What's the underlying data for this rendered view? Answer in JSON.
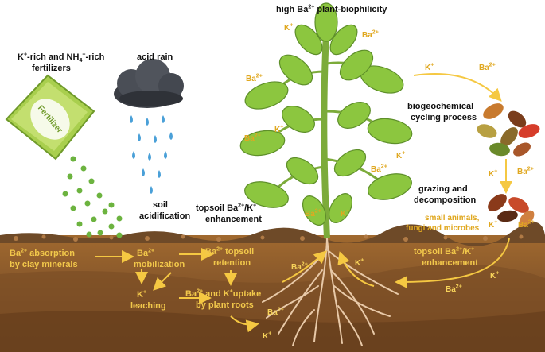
{
  "labels": {
    "fertilizer_line1_a": "K",
    "fertilizer_line1_b": "-rich and NH",
    "fertilizer_line1_c": "-rich",
    "fertilizer_line2": "fertilizers",
    "bag_text": "Fertilizer",
    "acid_rain": "acid rain",
    "high_plant_a": "high Ba",
    "high_plant_b": "plant-biophilicity",
    "soil_acid_1": "soil",
    "soil_acid_2": "acidification",
    "topsoil_enh_a": "topsoil Ba",
    "topsoil_enh_b": "/K",
    "topsoil_enh_2": "enhancement",
    "biogeo_1": "biogeochemical",
    "biogeo_2": "cycling process",
    "grazing_1": "grazing and",
    "grazing_2": "decomposition",
    "organisms_1": "small animals,",
    "organisms_2": "fungi and microbes",
    "clay_1": " absorption",
    "clay_2": "by clay minerals",
    "mobilization": "mobilization",
    "retention_1": " topsoil",
    "retention_2": "retention",
    "leaching": "leaching",
    "uptake_1": " and K",
    "uptake_1b": "uptake",
    "uptake_2": "by plant roots",
    "right_enh_a": "topsoil Ba",
    "right_enh_b": "/K",
    "right_enh_2": "enhancement"
  },
  "ions": {
    "ba": "Ba",
    "k": "K",
    "plus": "+",
    "twoplus": "2+",
    "four": "4"
  },
  "colors": {
    "black_text": "#111111",
    "gold_text": "#f2c84b",
    "ion_text": "#e0a820",
    "leaf": "#8cc63f",
    "soil": "#8b5a2b",
    "arrow": "#f5c842"
  }
}
